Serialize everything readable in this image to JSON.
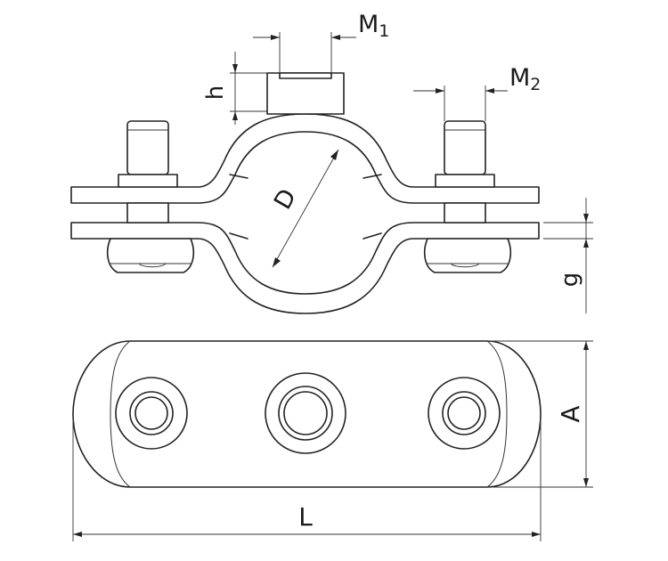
{
  "labels": {
    "m1_base": "M",
    "m1_sub": "1",
    "m2_base": "M",
    "m2_sub": "2",
    "h": "h",
    "d": "D",
    "g": "g",
    "a": "A",
    "l": "L"
  },
  "colors": {
    "line": "#222222",
    "background": "#ffffff"
  }
}
